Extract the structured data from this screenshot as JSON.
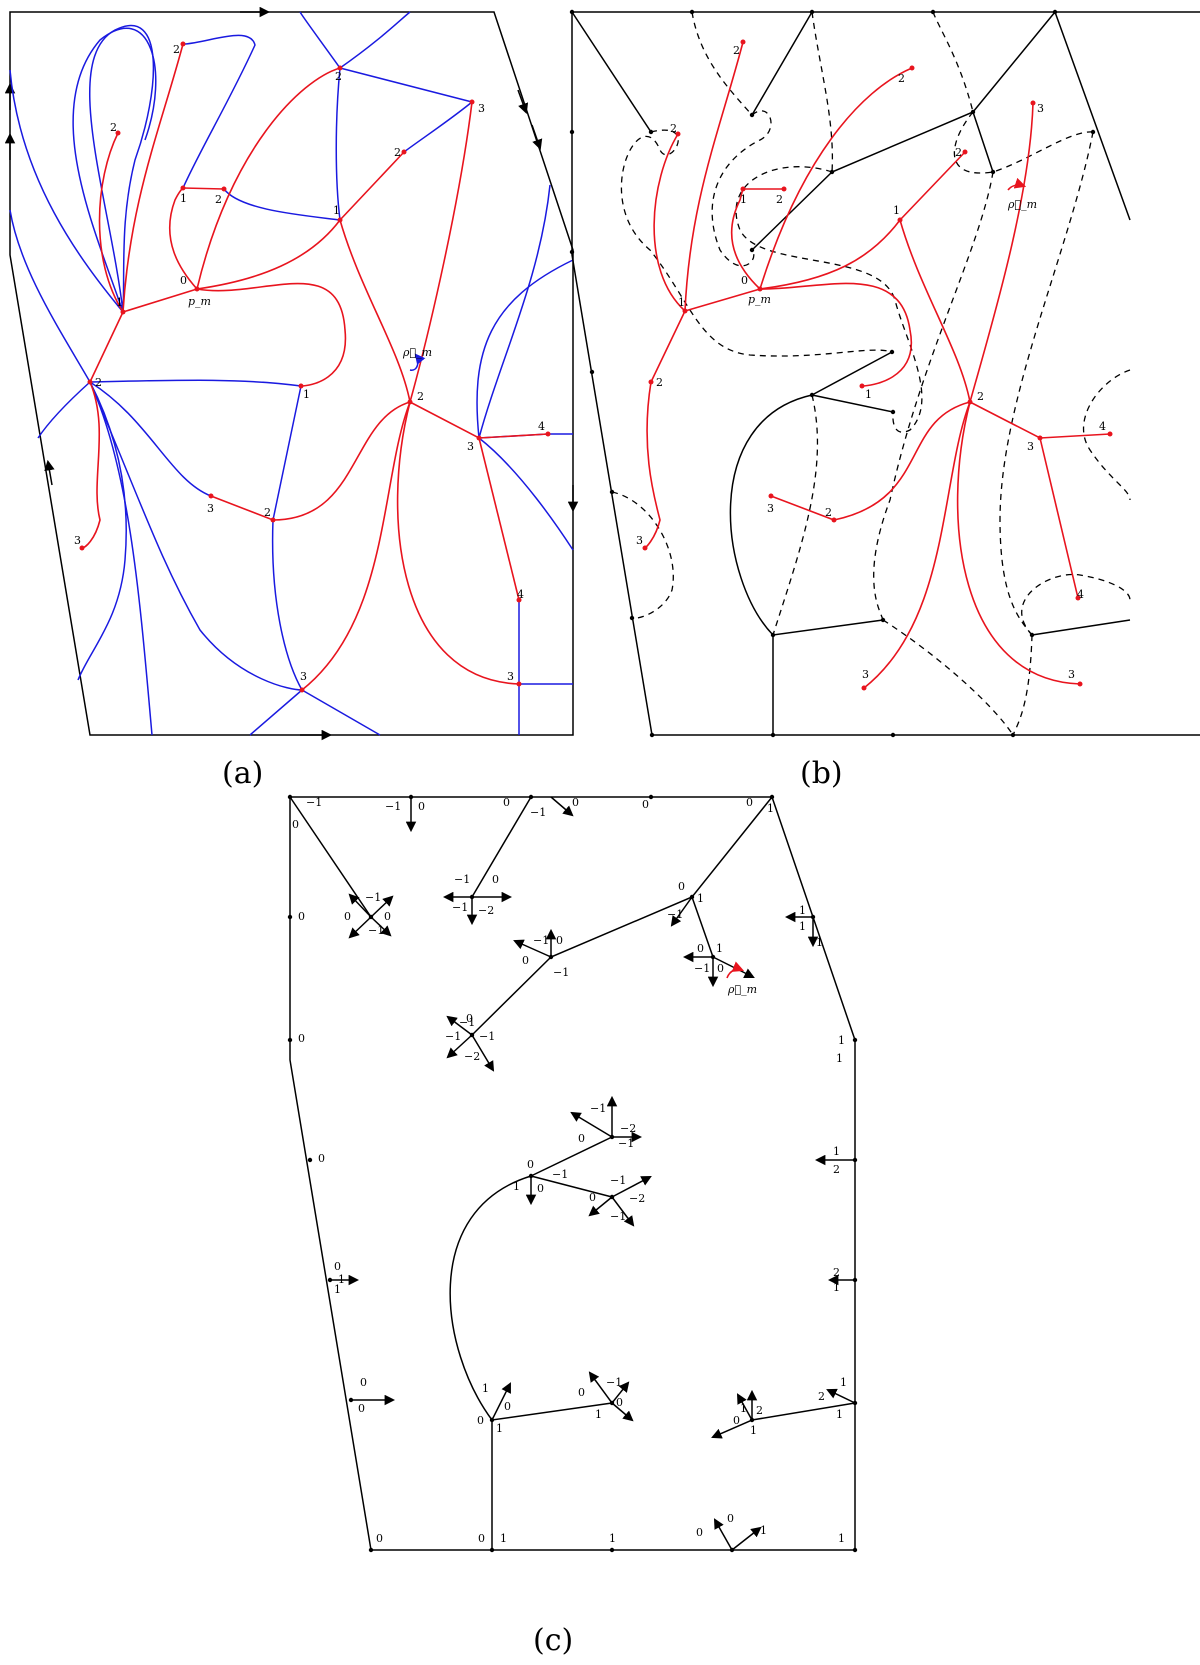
{
  "captions": {
    "a": "(a)",
    "b": "(b)",
    "c": "(c)"
  },
  "pm_label": "p_m",
  "rho_label": "ρ⃗_m",
  "colors": {
    "red": "#e8141e",
    "blue": "#1a1ae0",
    "black": "#000000"
  },
  "panel_a": {
    "red_labels": [
      "2",
      "2",
      "1",
      "2",
      "2",
      "3",
      "1",
      "2",
      "0",
      "1",
      "2",
      "1",
      "2",
      "3",
      "3",
      "2",
      "3",
      "4",
      "3",
      "4",
      "3",
      "3"
    ]
  },
  "panel_b": {
    "red_labels": [
      "2",
      "2",
      "3",
      "2",
      "2",
      "1",
      "2",
      "1",
      "0",
      "1",
      "2",
      "1",
      "2",
      "3",
      "4",
      "3",
      "2",
      "3",
      "4",
      "3",
      "3"
    ]
  },
  "panel_c": {
    "labels": [
      "−1",
      "0",
      "−1",
      "0",
      "0",
      "−1",
      "0",
      "0",
      "0",
      "1",
      "−1",
      "0",
      "−1",
      "0",
      "−1",
      "0",
      "−1",
      "−2",
      "0",
      "−1",
      "1",
      "−1",
      "0",
      "1",
      "0",
      "−1",
      "0",
      "−1",
      "0",
      "1",
      "−1",
      "0",
      "0",
      "−1",
      "−1",
      "−2",
      "1",
      "0",
      "1",
      "1",
      "1",
      "2",
      "2",
      "1",
      "0",
      "0",
      "0",
      "0",
      "1",
      "0",
      "−1",
      "0",
      "−2",
      "−1",
      "0",
      "1",
      "0",
      "−1",
      "0",
      "−1",
      "−2",
      "−1",
      "1",
      "0",
      "1",
      "0",
      "−1",
      "0",
      "1",
      "0",
      "1",
      "0",
      "2",
      "1",
      "1",
      "2",
      "1",
      "1",
      "0",
      "0",
      "1",
      "1",
      "1",
      "0",
      "1",
      "1"
    ]
  }
}
